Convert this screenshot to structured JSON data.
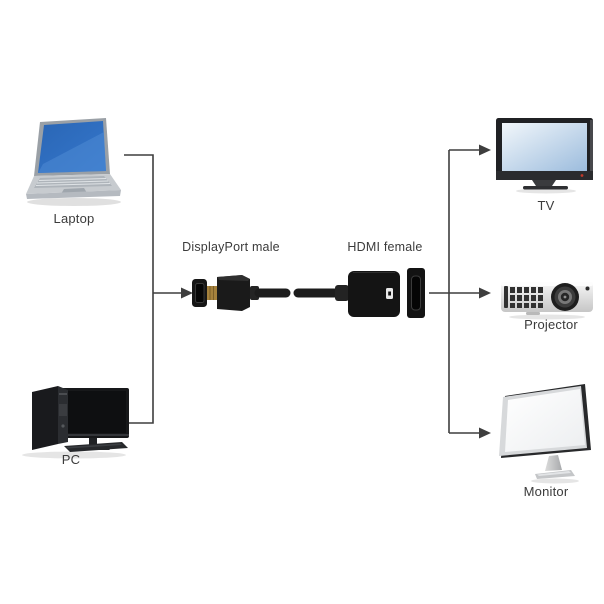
{
  "diagram": {
    "type": "connection-diagram",
    "adapter": {
      "left_label": "DisplayPort male",
      "right_label": "HDMI female"
    },
    "sources": [
      {
        "id": "laptop",
        "label": "Laptop"
      },
      {
        "id": "pc",
        "label": "PC"
      }
    ],
    "targets": [
      {
        "id": "tv",
        "label": "TV"
      },
      {
        "id": "projector",
        "label": "Projector"
      },
      {
        "id": "monitor",
        "label": "Monitor"
      }
    ],
    "colors": {
      "background": "#ffffff",
      "line": "#3e3e3e",
      "text": "#3b3b3b",
      "laptop_screen": "#2e6fc2",
      "tv_screen": "#b9d0e8",
      "adapter_black": "#161616",
      "connector_gold": "#a5813c",
      "power_led_red": "#c0392b"
    }
  }
}
